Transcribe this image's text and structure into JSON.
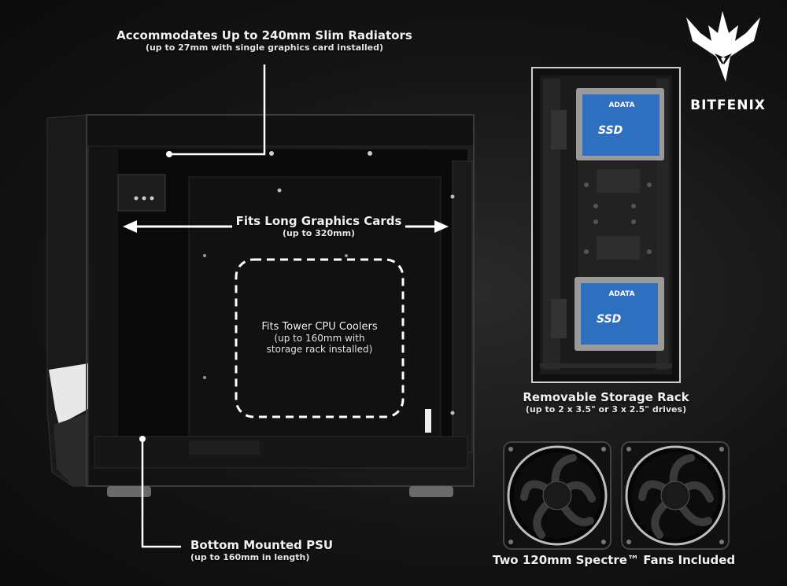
{
  "brand": {
    "logo_text": "BITFENIX",
    "logo_symbol": "phoenix-icon"
  },
  "callouts": {
    "radiator": {
      "title": "Accommodates Up to 240mm Slim Radiators",
      "sub": "(up to 27mm with single graphics card installed)"
    },
    "gpu": {
      "title": "Fits Long Graphics Cards",
      "sub": "(up to 320mm)"
    },
    "cpu": {
      "title": "Fits Tower CPU Coolers",
      "sub_line1": "(up to 160mm with",
      "sub_line2": "storage rack installed)"
    },
    "psu": {
      "title": "Bottom Mounted PSU",
      "sub": "(up to 160mm in length)"
    },
    "storage": {
      "title": "Removable Storage Rack",
      "sub": "(up to 2 x 3.5\" or 3 x 2.5\" drives)"
    },
    "fans": {
      "title": "Two 120mm Spectre™ Fans Included"
    }
  },
  "ssd": {
    "brand": "ADATA",
    "type": "SSD"
  },
  "colors": {
    "background": "#151515",
    "case_body": "#0e0e0e",
    "ssd_label": "#2f6fc0",
    "accent_text": "#f2f2f2"
  }
}
